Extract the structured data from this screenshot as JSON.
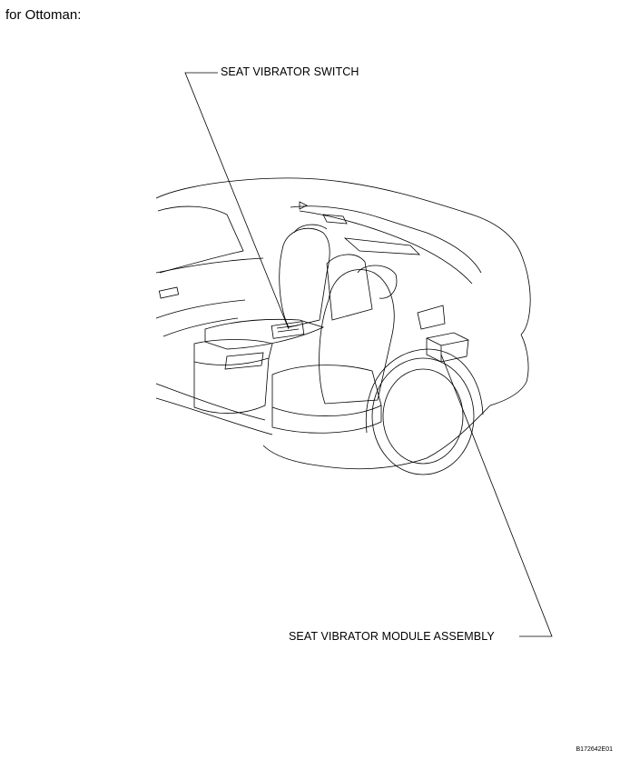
{
  "heading": "for Ottoman:",
  "labels": {
    "seat_vibrator_switch": "SEAT VIBRATOR SWITCH",
    "seat_vibrator_module_assembly": "SEAT VIBRATOR MODULE ASSEMBLY"
  },
  "figure_id": "B172642E01"
}
